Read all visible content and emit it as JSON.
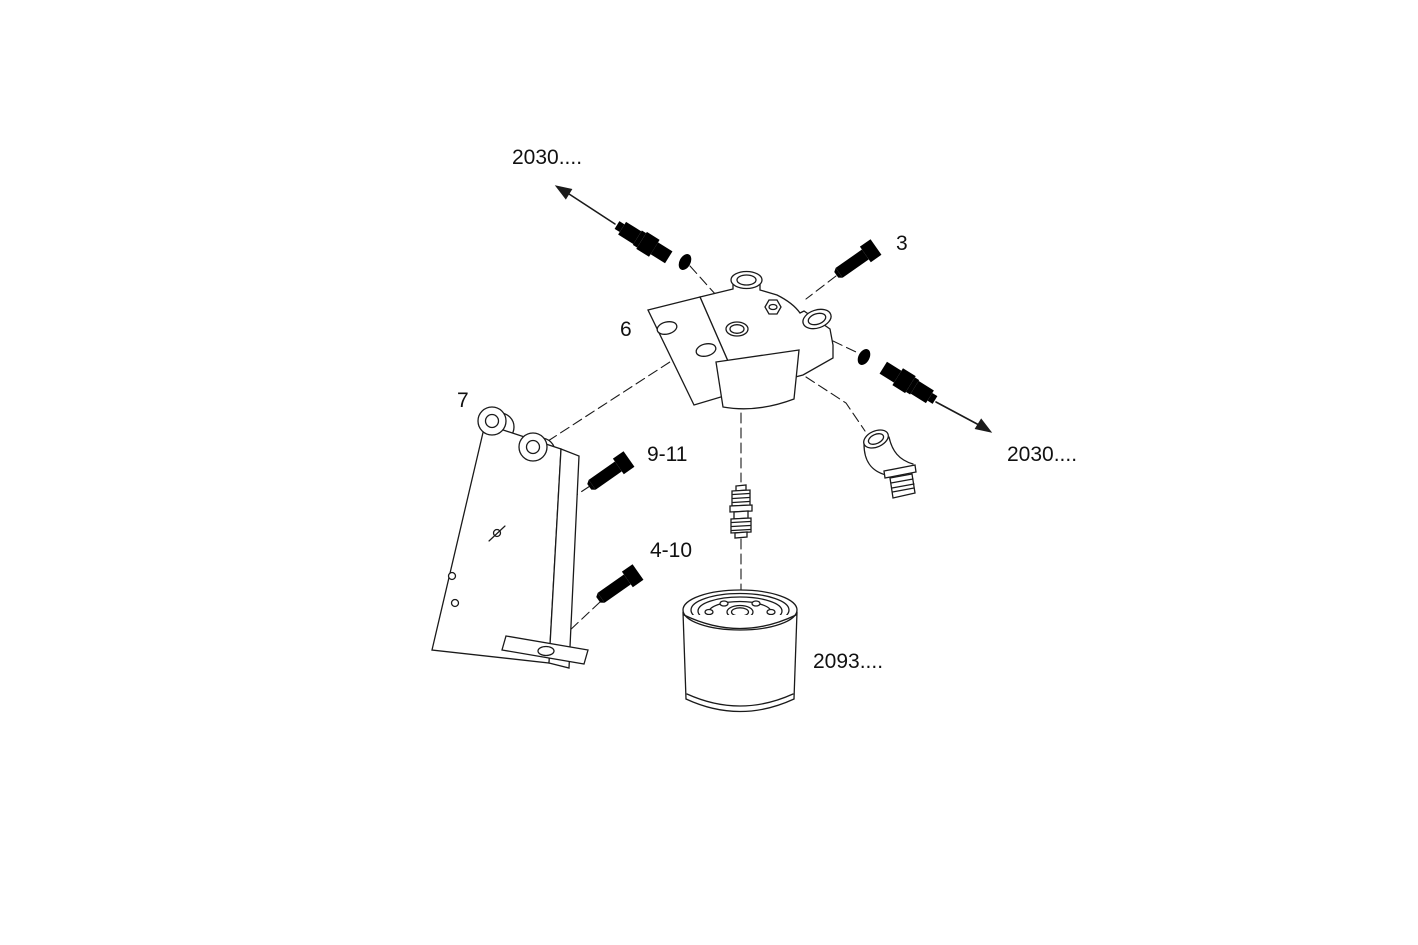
{
  "diagram": {
    "colors": {
      "background": "#ffffff",
      "line": "#1a1a1a"
    },
    "labels": {
      "ref_out_top_left": "2030....",
      "part_3": "3",
      "part_6": "6",
      "part_7": "7",
      "part_9_11": "9-11",
      "part_4_10": "4-10",
      "ref_out_right": "2030....",
      "part_2093": "2093...."
    }
  }
}
